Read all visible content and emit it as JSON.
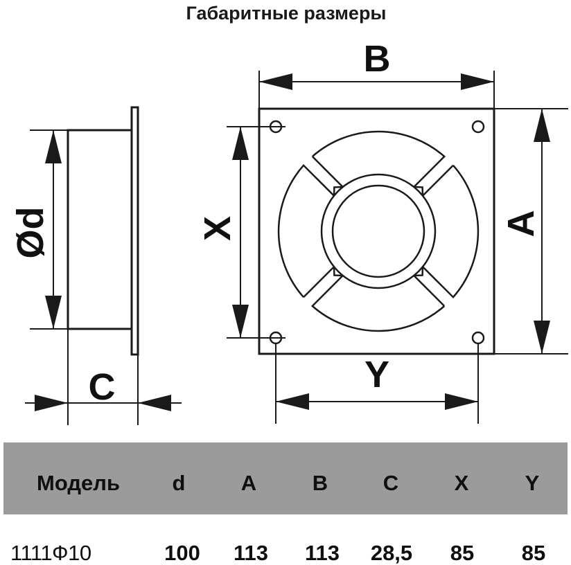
{
  "title": "Габаритные размеры",
  "drawing": {
    "labels": {
      "B": "B",
      "A": "A",
      "X": "X",
      "Y": "Y",
      "C": "C",
      "d": "Ød"
    }
  },
  "table": {
    "headers": [
      "Модель",
      "d",
      "A",
      "B",
      "C",
      "X",
      "Y"
    ],
    "row": [
      "1111Ф10",
      "100",
      "113",
      "113",
      "28,5",
      "85",
      "85"
    ],
    "header_bg": "#9b9b9b"
  }
}
